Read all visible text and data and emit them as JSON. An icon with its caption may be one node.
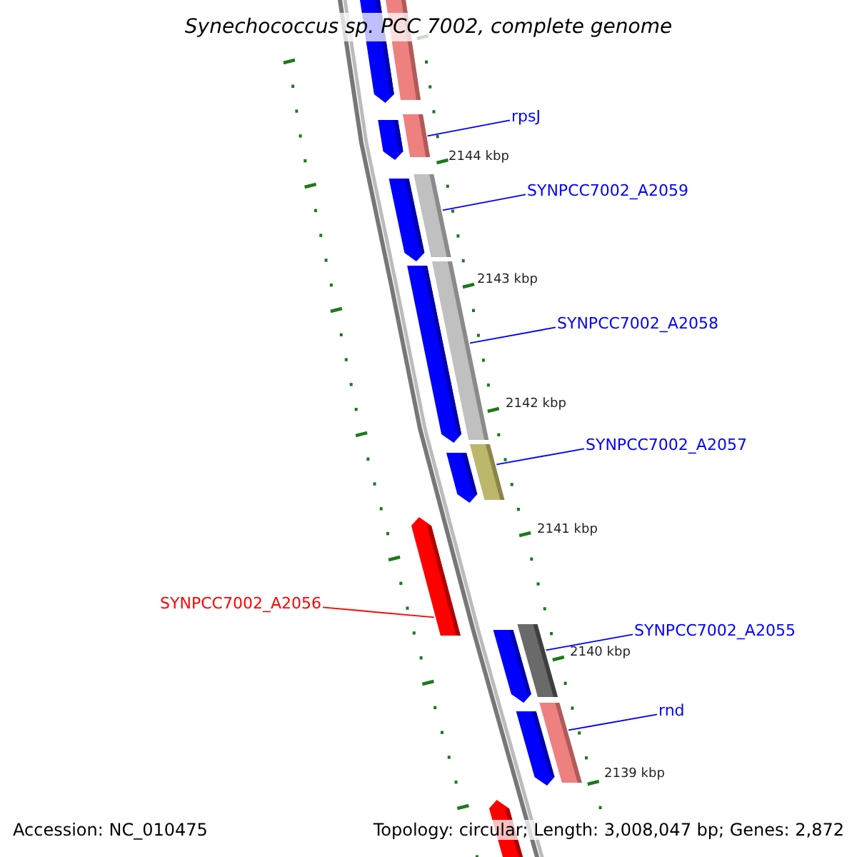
{
  "diagram": {
    "title": "Synechococcus sp. PCC 7002, complete genome",
    "nodes": [
      {
        "text": [
          "rpsJ"
        ]
      },
      {
        "text": [],
        "shape": "bar"
      },
      {
        "text": [
          "SYNPCC7002_A2059"
        ]
      },
      {
        "text": [],
        "shape": "bar"
      },
      {
        "text": [
          "SYNPCC7002_A2058"
        ]
      },
      {
        "text": [],
        "shape": "bar"
      },
      {
        "text": [
          "SYNPCC7002_A2057"
        ]
      },
      {
        "text": [],
        "shape": "bar"
      },
      {
        "text": [
          "SYNPCC7002_A2056"
        ]
      },
      {
        "text": [],
        "shape": "bar"
      },
      {
        "text": [
          "SYNPCC7002_A2055"
        ]
      },
      {
        "text": [],
        "shape": "bar"
      },
      {
        "text": [
          "rnd"
        ]
      },
      {
        "text": [],
        "shape": "bar"
      }
    ],
    "edges": [
      {
        "from": 0,
        "to": 1,
        "arrow": "none"
      },
      {
        "from": 2,
        "to": 3,
        "arrow": "none"
      },
      {
        "from": 4,
        "to": 5,
        "arrow": "none"
      },
      {
        "from": 6,
        "to": 7,
        "arrow": "none"
      },
      {
        "from": 8,
        "to": 9,
        "arrow": "none",
        "color": "#ff0000"
      },
      {
        "from": 10,
        "to": 11,
        "arrow": "none"
      },
      {
        "from": 12,
        "to": 13,
        "arrow": "none"
      }
    ],
    "labels": [
      "2144 kbp",
      "2143 kbp",
      "2142 kbp",
      "2141 kbp",
      "2140 kbp",
      "2139 kbp",
      "Accession: NC_010475",
      "Topology: circular; Length: 3,008,047 bp; Genes: 2,872"
    ]
  }
}
